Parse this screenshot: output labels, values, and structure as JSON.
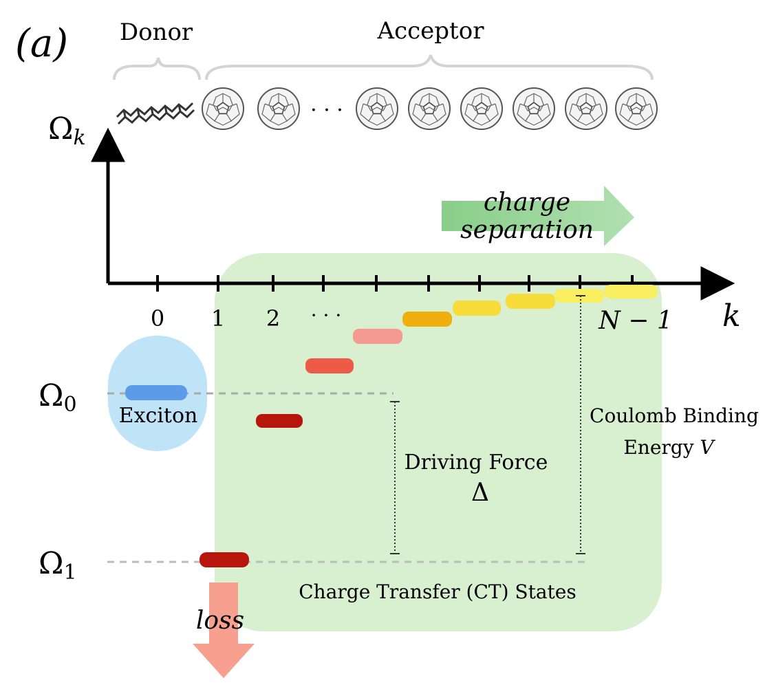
{
  "panel_label": "(a)",
  "groups": {
    "donor": "Donor",
    "acceptor": "Acceptor"
  },
  "molecule_ellipsis": "· · ·",
  "axes": {
    "y_label": "Ω",
    "y_label_sub": "k",
    "x_label": "k",
    "x_ticks": [
      "0",
      "1",
      "2",
      "· · ·",
      "N − 1"
    ]
  },
  "charge_separation": {
    "line1": "charge",
    "line2": "separation"
  },
  "levels": {
    "omega0": "Ω",
    "omega0_sub": "0",
    "omega1": "Ω",
    "omega1_sub": "1"
  },
  "labels": {
    "exciton": "Exciton",
    "driving_force": "Driving Force",
    "delta": "Δ",
    "coulomb_line1": "Coulomb Binding",
    "coulomb_line2": "Energy",
    "coulomb_var": "V",
    "ct_states": "Charge Transfer (CT) States",
    "loss": "loss"
  },
  "colors": {
    "exciton_region": "#bfe3f7",
    "ct_region": "#d8f0d0",
    "arrow_charge": "#8fd08f",
    "arrow_loss": "#f8a090",
    "exciton_state": "#5b9be8",
    "state_dark_red": "#b8160c",
    "state_red": "#ee5a48",
    "state_pink": "#f49a90",
    "state_orange": "#eeae0c",
    "state_yellow": "#f7dc3a",
    "state_light_yellow": "#f9ee60"
  }
}
